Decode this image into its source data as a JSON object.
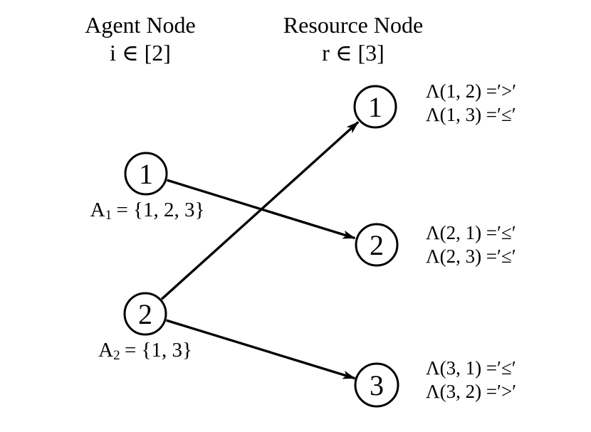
{
  "colors": {
    "background": "#ffffff",
    "ink": "#000000"
  },
  "headers": {
    "agent": {
      "title": "Agent Node",
      "domain": "i ∈ [2]"
    },
    "resource": {
      "title": "Resource Node",
      "domain": "r ∈ [3]"
    }
  },
  "agent_nodes": [
    {
      "id": "1",
      "set_label": {
        "name": "A",
        "sub": "1",
        "value": "= {1, 2, 3}"
      }
    },
    {
      "id": "2",
      "set_label": {
        "name": "A",
        "sub": "2",
        "value": "= {1, 3}"
      }
    }
  ],
  "resource_nodes": [
    {
      "id": "1",
      "annotations": [
        "Λ(1, 2) =′>′",
        "Λ(1, 3) =′≤′"
      ]
    },
    {
      "id": "2",
      "annotations": [
        "Λ(2, 1) =′≤′",
        "Λ(2, 3) =′≤′"
      ]
    },
    {
      "id": "3",
      "annotations": [
        "Λ(3, 1) =′≤′",
        "Λ(3, 2) =′>′"
      ]
    }
  ],
  "edges": [
    {
      "from": "agent-1",
      "to": "resource-2"
    },
    {
      "from": "agent-2",
      "to": "resource-1"
    },
    {
      "from": "agent-2",
      "to": "resource-3"
    }
  ]
}
